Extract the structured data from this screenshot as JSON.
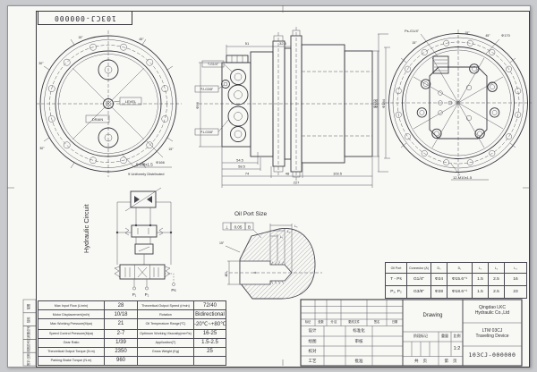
{
  "page": {
    "bg": "#c9cacd",
    "sheet": "#f8f8f5",
    "line": "#3a3a3e"
  },
  "header": {
    "drawing_no_inverted": "103CJ-000000"
  },
  "left_view": {
    "level_label": "LEVEL",
    "drain_label": "DRAIN",
    "bolt_callout": "9-M8x1.5",
    "bolt_note": "9 Uniformly Distributed",
    "dia_label": "Φ166",
    "angle_labels": [
      "15°",
      "45°",
      "30°",
      "30°",
      "15°"
    ]
  },
  "section_view": {
    "port_t": "T-G1/4\"",
    "port_p2": "P2-G3/8\"",
    "port_p1": "P1-G3/8\"",
    "dim_51": "51",
    "dim_325": "32.5",
    "dim_545": "54.5",
    "dim_585": "58.5",
    "dim_74": "74",
    "dim_48": "48",
    "dim_1035": "103.5",
    "dim_227": "227",
    "dia_right": "Φ152",
    "dia_left": "Φ96"
  },
  "right_view": {
    "port_ps": "Ps-G1/4\"",
    "dia_top": "Φ170",
    "bolt_callout": "12-M10x1.5",
    "dia_outer": "Φ190",
    "dia_inner": "Φ184",
    "angle_labels": [
      "15°",
      "45°",
      "15°"
    ]
  },
  "hydraulic": {
    "title": "Hydraulic Circuit",
    "p1": "P₁",
    "p2": "P₂",
    "ps": "Ps"
  },
  "oil_port": {
    "title": "Oil Port Size",
    "tol_sym": "⊥",
    "tol_val": "0.05",
    "tol_ref": "B",
    "l1": "L₁",
    "l2": "L₂",
    "l3": "L₃",
    "d0": "ØD₀",
    "a": "A",
    "angle": "15°"
  },
  "port_table": {
    "headers": [
      "Oil Port",
      "Connector (A)",
      "D₀",
      "D₁",
      "L₁",
      "L₂",
      "L₃"
    ],
    "rows": [
      [
        "T - Ps",
        "G1/4\"",
        "Φ24",
        "Φ15.6⁺¹",
        "1.5",
        "2.5",
        "16"
      ],
      [
        "P₁, P₂",
        "G3/8\"",
        "Φ28",
        "Φ18.6⁺¹",
        "1.5",
        "2.5",
        "23"
      ]
    ]
  },
  "spec_table": {
    "rows": [
      [
        "Max Input Flow (L/min)",
        "28",
        "Theoretical Output Speed (r/min)",
        "72/40"
      ],
      [
        "Motor Displacement(ml/r)",
        "10/18",
        "Rotation",
        "Bidirectional"
      ],
      [
        "Max Working Pressure(Mpa)",
        "21",
        "Oil Temperature Range(℃)",
        "-20℃~+80℃"
      ],
      [
        "Speed Control Pressure(Mpa)",
        "2-7",
        "Optimum Working Viscosity(mm²/s)",
        "16-25"
      ],
      [
        "Gear Ratio",
        "1/39",
        "Application(T)",
        "1.5-2.5"
      ],
      [
        "Theoretical Output Torque (N.m)",
        "2350",
        "Gross Weight (Kg)",
        "25"
      ],
      [
        "Parking Brake Torque (N.m)",
        "960",
        "",
        ""
      ]
    ]
  },
  "title_block": {
    "rev_headers": [
      "标记",
      "处数",
      "分 区",
      "更改文件",
      "签名",
      "日期"
    ],
    "row_design": "设计",
    "row_draw": "绘图",
    "row_check": "校对",
    "row_process": "工艺",
    "row_standard": "标准化",
    "row_review": "审核",
    "row_approve": "批准",
    "drawing_label": "Drawing",
    "stage_label": "阶段标记",
    "weight_label": "重量",
    "scale_label": "比例",
    "scale_value": "1:2",
    "pages_total": "共    页",
    "pages_no": "第    页",
    "company_1": "Qingdao LKC",
    "company_2": "Hydraulic Co.,Ltd",
    "model_1": "LTM 03CJ",
    "model_2": "Traveling Device",
    "drawing_no": "103CJ-000000"
  },
  "frame": {
    "edge_labels": [
      "描图",
      "描校",
      "旧底图总号",
      "底图总号",
      "签字 日期"
    ]
  }
}
